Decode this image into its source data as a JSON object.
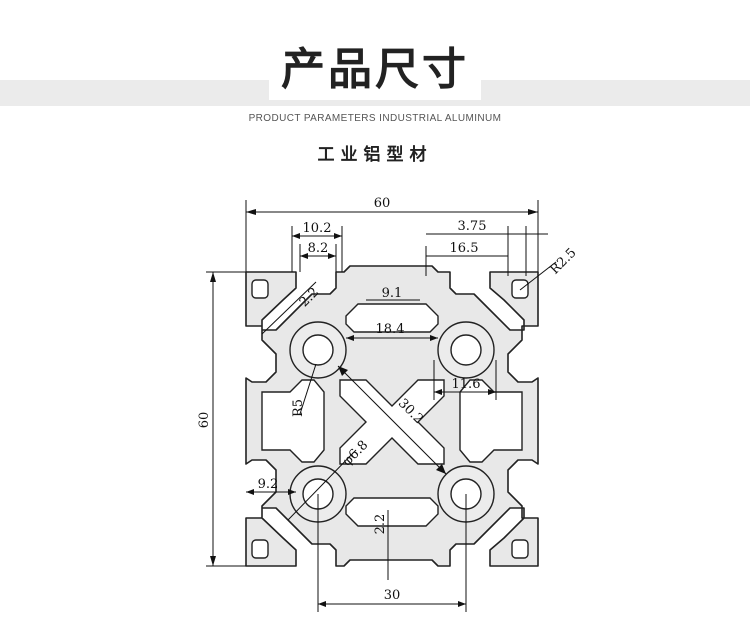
{
  "header": {
    "title": "产品尺寸",
    "subtitle": "PRODUCT PARAMETERS INDUSTRIAL ALUMINUM",
    "product_name": "工业铝型材"
  },
  "drawing": {
    "profile_color": "#e8e8e8",
    "line_color": "#222222",
    "dimensions": {
      "width": "60",
      "height": "60",
      "slot_outer": "10.2",
      "slot_inner": "8.2",
      "wall": "2.2",
      "corner_offset": "3.75",
      "corner_radius": "R2.5",
      "slot_depth": "16.5",
      "top_slot": "9.1",
      "center_gap": "18.4",
      "core_width": "11.6",
      "diagonal": "30.2",
      "core_radius": "R5",
      "hole_diameter": "φ6.8",
      "side_slot": "9.2",
      "bottom_wall": "2.2",
      "hole_spacing": "30"
    }
  }
}
